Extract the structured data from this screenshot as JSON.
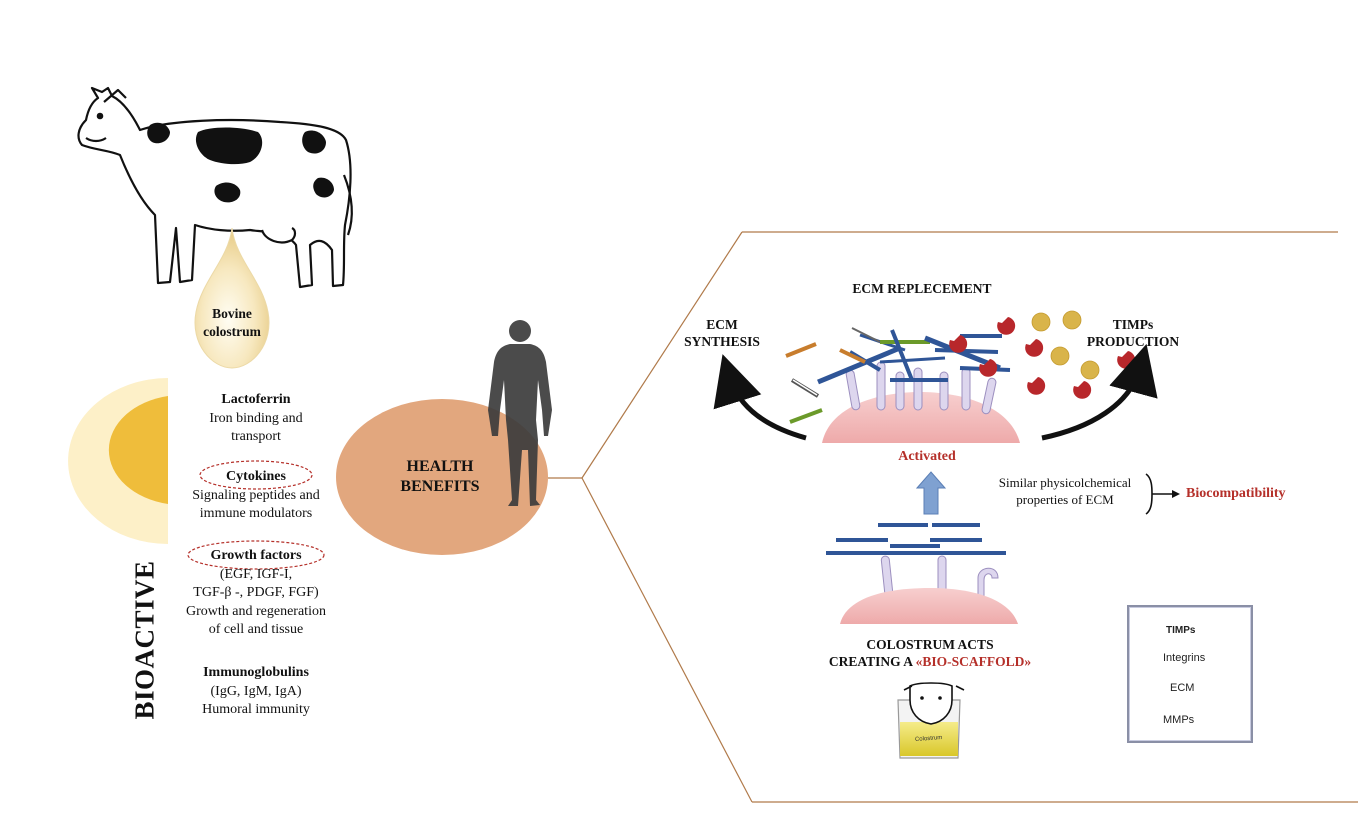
{
  "source": {
    "title_line1": "Bovine",
    "title_line2": "colostrum"
  },
  "side_label": "BIOACTIVE",
  "components": [
    {
      "name": "Lactoferrin",
      "desc_lines": [
        "Iron binding and",
        "transport"
      ]
    },
    {
      "name": "Cytokines",
      "desc_lines": [
        "Signaling peptides and",
        "immune modulators"
      ]
    },
    {
      "name": "Growth factors",
      "desc_lines": [
        "(EGF, IGF-I,",
        "TGF-β -, PDGF, FGF)",
        "Growth and regeneration",
        "of cell and tissue"
      ]
    },
    {
      "name": "Immunoglobulins",
      "desc_lines": [
        "(IgG, IgM, IgA)",
        "Humoral immunity"
      ]
    }
  ],
  "health": {
    "line1": "HEALTH",
    "line2": "BENEFITS"
  },
  "mechanism": {
    "top_title": "ECM REPLECEMENT",
    "left_line1": "ECM",
    "left_line2": "SYNTHESIS",
    "right_line1": "TIMPs",
    "right_line2": "PRODUCTION",
    "activated": "Activated",
    "similar_line1": "Similar physicolchemical",
    "similar_line2": "properties of ECM",
    "result": "Biocompatibility",
    "bottom_line1": "COLOSTRUM ACTS",
    "bottom_line2_prefix": "CREATING  A ",
    "bottom_line2_highlight": "«BIO-SCAFFOLD»",
    "beaker_label": "Colostrum"
  },
  "legend": [
    {
      "icon": "timps-icon",
      "label": "TIMPs"
    },
    {
      "icon": "integrins-icon",
      "label": "Integrins"
    },
    {
      "icon": "ecm-icon",
      "label": "ECM"
    },
    {
      "icon": "mmps-icon",
      "label": "MMPs"
    }
  ],
  "colors": {
    "accent_red": "#b5302a",
    "health_oval": "#e2a77e",
    "frame_line": "#b07a4a",
    "ecm_blue": "#2f5597",
    "cell_pink": "#f2bcbc",
    "timp_gold": "#d9b44a",
    "mmp_red": "#b8272b",
    "arrow_blue": "#7fa1d1"
  }
}
